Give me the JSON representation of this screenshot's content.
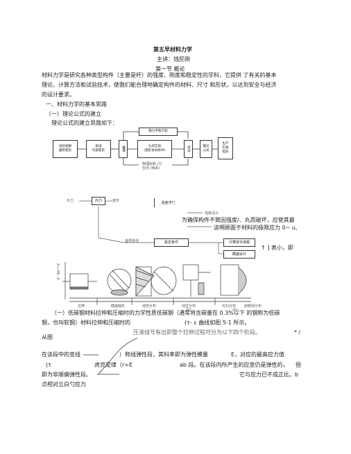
{
  "doc": {
    "title": "第五早材料力学",
    "lecturer": "主讲：钱民刚",
    "section": "第一节 概论",
    "intro_1": "材料力学是研究各种类型构件（主要是杆）的强度、刚度和稳定性的学科，它提供 了有关的基本",
    "intro_2": "理论、计算方法和试验技术，使我们能合理地确定构件的材料、尺寸 和形状，以达到安全与经济",
    "intro_3": "的设计要求。",
    "h1": "一、材料力学的基本思路",
    "h2": "（一）理论公式的建立",
    "h3": "理论公式的建立思路如下："
  },
  "flow1": {
    "box_a": "试验观察\n面积变形",
    "box_b": "假设\n内部变形",
    "box_c": "静力平衡方程",
    "box_d": "推理",
    "box_e": "九何方程\n(变形协调条件)",
    "box_f": "综合",
    "box_g": "理论\n公式",
    "box_h": "生产\n实践\n检验",
    "note": "物理射和 (力\n空间 (维系)"
  },
  "flow2": {
    "ext_force": "外力",
    "inner_force": "内力",
    "deform": "变形",
    "top_right_box": "强度冲冂",
    "strength_design": "强度设计",
    "purpose_1": "为确保构件不致因强度/、丸而破坏，应使其最",
    "purpose_2": "该啊顾面于材料的极限应力 0~ u,",
    "critical": "临界折线",
    "stable": "稳定条件",
    "calc1": "计算容许荷载",
    "calc2": "截面设计",
    "right_note": "↑ ] 表小，即"
  },
  "figures": {
    "left_label": "A→ AB...E",
    "cap1": "拉伸",
    "cap2": "截面轴形",
    "cap3": "线性分布",
    "cap4": "线性分布",
    "cap5": "均匀分布",
    "cap6": "抛物线分布",
    "mark1": "2ε(",
    "mark2": "2ε("
  },
  "body": {
    "p1": "（一）低碳钢材料拉伸和压缩时的力学性质低碳钢（通常将含碳量在 0.3%以下 的钢称为低碳",
    "p2a": "钢，也叫软钢）材料拉伸和压缩时的",
    "p2b": "(τ- ε 曲线如图 5-1 所示。",
    "p3a": "从图",
    "p3b": "压液线号有出即整个拉伸过程可分为以下四个阶段。",
    "p3c": "*  /",
    "p4a": "在该段中的变线",
    "p4b": "）称线弹性段，其科率即为弹性模量",
    "p4c": "E，对应的最高应力值",
    "p5a": "(τ",
    "p5b": "虎克定律（r=E",
    "p5c": "ab 段。在该段内所产生的应变仍是弹性的，",
    "p5d": "但",
    "p6a": "即为非顺偏弹性段。",
    "p6b": "它与应力已不成正比。b",
    "p7": "点相对立白勺应力",
    "p6m": "'“"
  }
}
